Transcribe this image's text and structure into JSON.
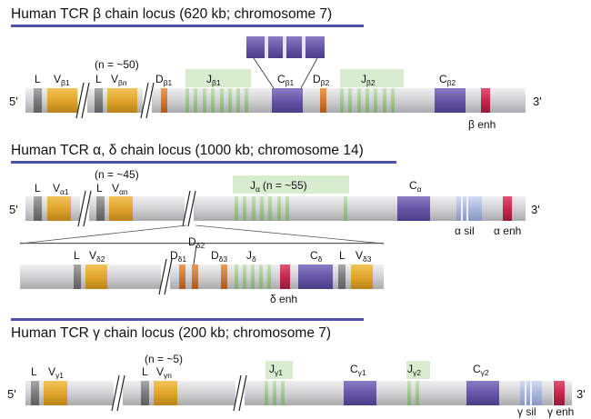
{
  "colors": {
    "title_rule": "#4b52a8",
    "chromosome": "#d6d6da",
    "leader": "#7d7d7d",
    "v_segment": "#e2a52c",
    "d_segment": "#d7782c",
    "j_segment": "#9dc98a",
    "j_highlight": "#d8ecd0",
    "c_segment": "#6757a8",
    "enhancer": "#c42a4d",
    "silencer": "#a9b6de"
  },
  "beta": {
    "title": "Human TCR β chain locus (620 kb; chromosome 7)",
    "five_prime": "5'",
    "three_prime": "3'",
    "l1": "L",
    "v1": "V",
    "v1_sub": "β1",
    "n_note": "(n = ~50)",
    "l2": "L",
    "vn": "V",
    "vn_sub": "βn",
    "d1": "D",
    "d1_sub": "β1",
    "j1": "J",
    "j1_sub": "β1",
    "c1": "C",
    "c1_sub": "β1",
    "d2": "D",
    "d2_sub": "β2",
    "j2": "J",
    "j2_sub": "β2",
    "c2": "C",
    "c2_sub": "β2",
    "enh": "β enh"
  },
  "alpha": {
    "title": "Human TCR α, δ chain locus (1000 kb; chromosome 14)",
    "five_prime": "5'",
    "three_prime": "3'",
    "n_note": "(n = ~45)",
    "l1": "L",
    "v1": "V",
    "v1_sub": "α1",
    "l2": "L",
    "vn": "V",
    "vn_sub": "αn",
    "j": "J",
    "j_sub": "α",
    "j_note": "(n = ~55)",
    "c": "C",
    "c_sub": "α",
    "sil": "α sil",
    "enh": "α enh"
  },
  "delta": {
    "l1": "L",
    "v2": "V",
    "v2_sub": "δ2",
    "d1": "D",
    "d1_sub": "δ1",
    "d2": "D",
    "d2_sub": "δ2",
    "d3": "D",
    "d3_sub": "δ3",
    "j": "J",
    "j_sub": "δ",
    "c": "C",
    "c_sub": "δ",
    "l2": "L",
    "v3": "V",
    "v3_sub": "δ3",
    "enh": "δ enh"
  },
  "gamma": {
    "title": "Human TCR γ chain locus (200 kb; chromosome 7)",
    "five_prime": "5'",
    "three_prime": "3'",
    "n_note": "(n = ~5)",
    "l1": "L",
    "v1": "V",
    "v1_sub": "γ1",
    "l2": "L",
    "vn": "V",
    "vn_sub": "γn",
    "j1": "J",
    "j1_sub": "γ1",
    "c1": "C",
    "c1_sub": "γ1",
    "j2": "J",
    "j2_sub": "γ2",
    "c2": "C",
    "c2_sub": "γ2",
    "sil": "γ sil",
    "enh": "γ enh"
  }
}
